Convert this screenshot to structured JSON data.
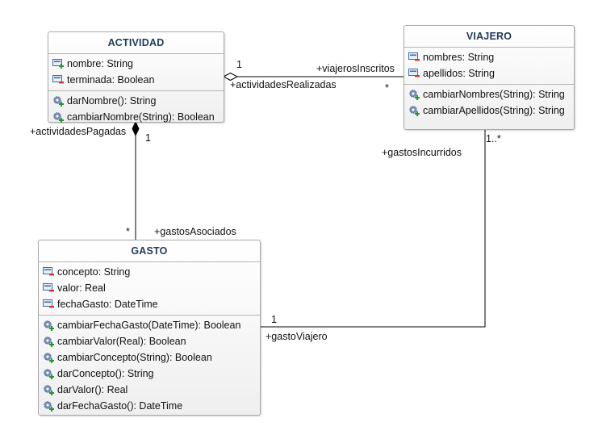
{
  "classes": {
    "actividad": {
      "name": "ACTIVIDAD",
      "attributes": [
        "nombre: String",
        "terminada: Boolean"
      ],
      "operations": [
        "darNombre(): String",
        "cambiarNombre(String): Boolean"
      ]
    },
    "viajero": {
      "name": "VIAJERO",
      "attributes": [
        "nombres: String",
        "apellidos: String"
      ],
      "operations": [
        "cambiarNombres(String): String",
        "cambiarApellidos(String): String"
      ]
    },
    "gasto": {
      "name": "GASTO",
      "attributes": [
        "concepto: String",
        "valor: Real",
        "fechaGasto: DateTime"
      ],
      "operations": [
        "cambiarFechaGasto(DateTime): Boolean",
        "cambiarValor(Real): Boolean",
        "cambiarConcepto(String): Boolean",
        "darConcepto(): String",
        "darValor(): Real",
        "darFechaGasto(): DateTime"
      ]
    }
  },
  "associations": {
    "actividad_viajero": {
      "multiplicity_actividad": "1",
      "role_actividad": "+actividadesRealizadas",
      "role_viajero": "+viajerosInscritos",
      "multiplicity_viajero": "*"
    },
    "actividad_gasto": {
      "role_actividad": "+actividadesPagadas",
      "multiplicity_actividad": "1",
      "multiplicity_gasto": "*",
      "role_gasto": "+gastosAsociados"
    },
    "viajero_gasto": {
      "role_viajero": "+gastosIncurridos",
      "multiplicity_viajero": "1..*",
      "multiplicity_gasto": "1",
      "role_gasto": "+gastoViajero"
    }
  },
  "icons": {
    "attribute_public": "attribute-public-icon",
    "attribute_private": "attribute-private-icon",
    "operation_public": "operation-public-icon"
  },
  "colors": {
    "title": "#1f3a5a",
    "border": "#a9a9a9",
    "public_marker": "#1a9a2a",
    "private_marker": "#d03030"
  }
}
